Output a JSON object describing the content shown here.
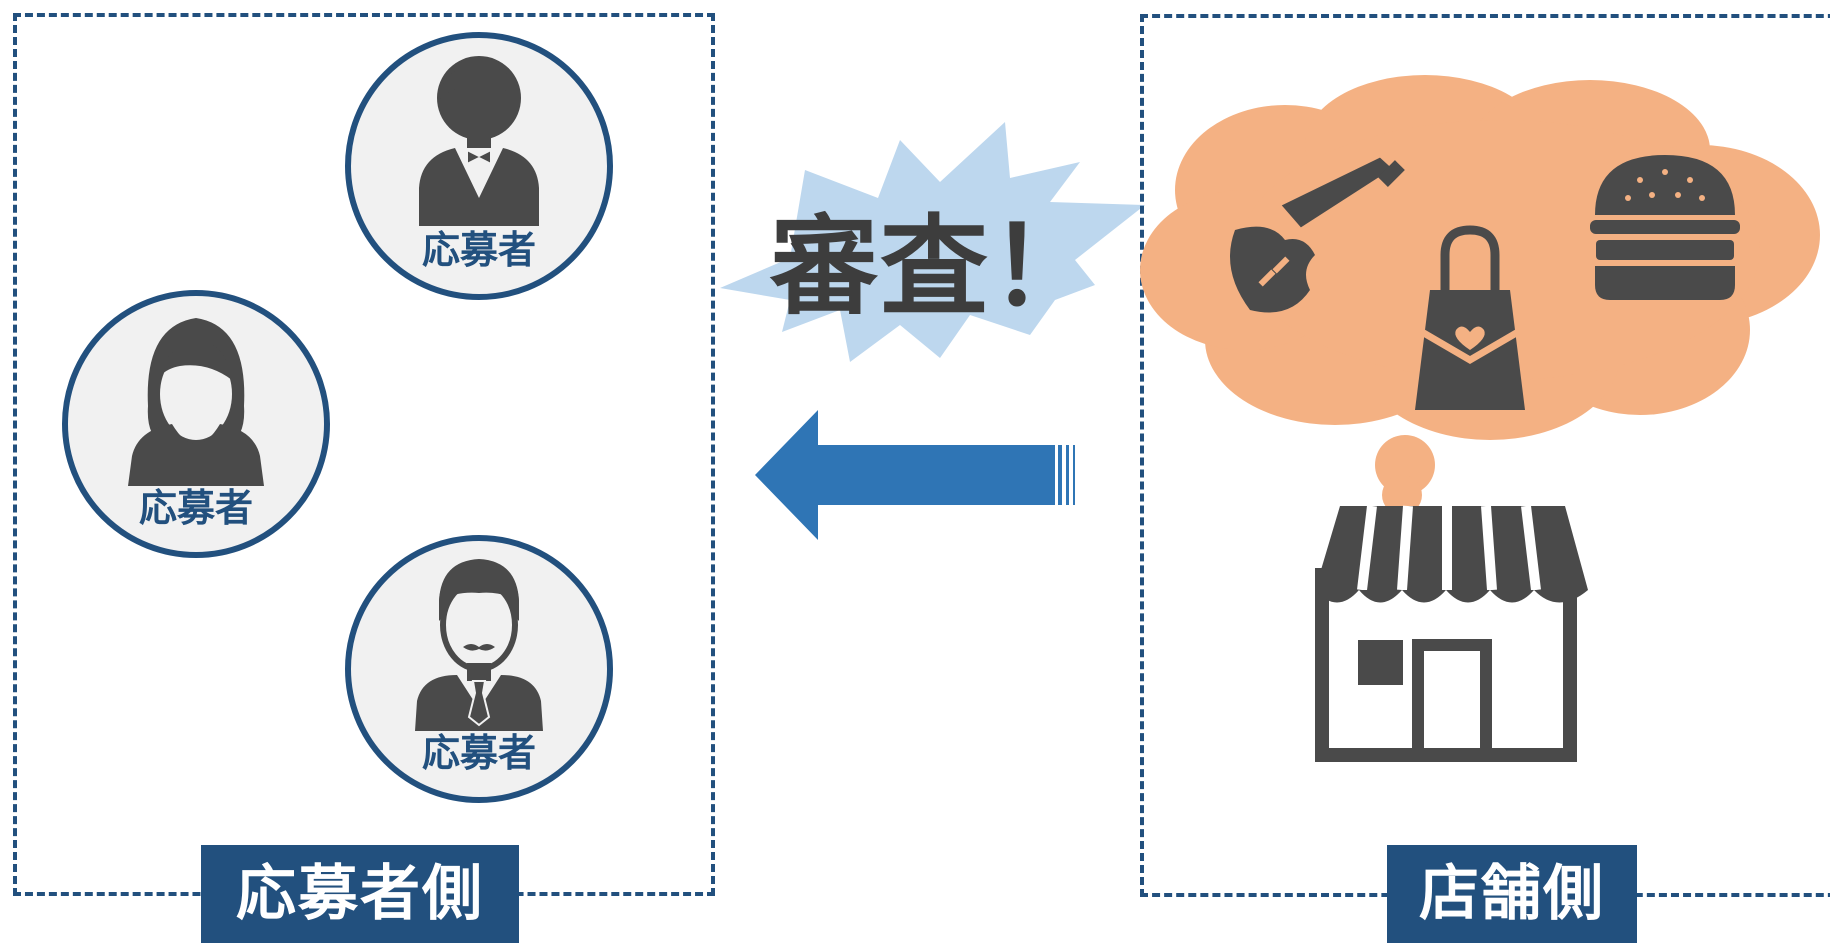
{
  "applicant_side": {
    "panel_label": "応募者側",
    "persons": [
      {
        "label": "応募者",
        "icon": "man-bowtie-icon"
      },
      {
        "label": "応募者",
        "icon": "woman-icon"
      },
      {
        "label": "応募者",
        "icon": "man-mustache-icon"
      }
    ]
  },
  "review": {
    "text": "審査！",
    "arrow_direction": "left"
  },
  "store_side": {
    "panel_label": "店舗側",
    "thought_items": [
      "guitar-icon",
      "handbag-icon",
      "hamburger-icon"
    ],
    "store_icon": "storefront-icon"
  },
  "colors": {
    "navy": "#22507e",
    "arrow_blue": "#2f75b5",
    "burst_blue": "#bdd7ee",
    "cloud_orange": "#f4b183",
    "icon_gray": "#4a4a4a",
    "circle_bg": "#f1f1f1"
  }
}
